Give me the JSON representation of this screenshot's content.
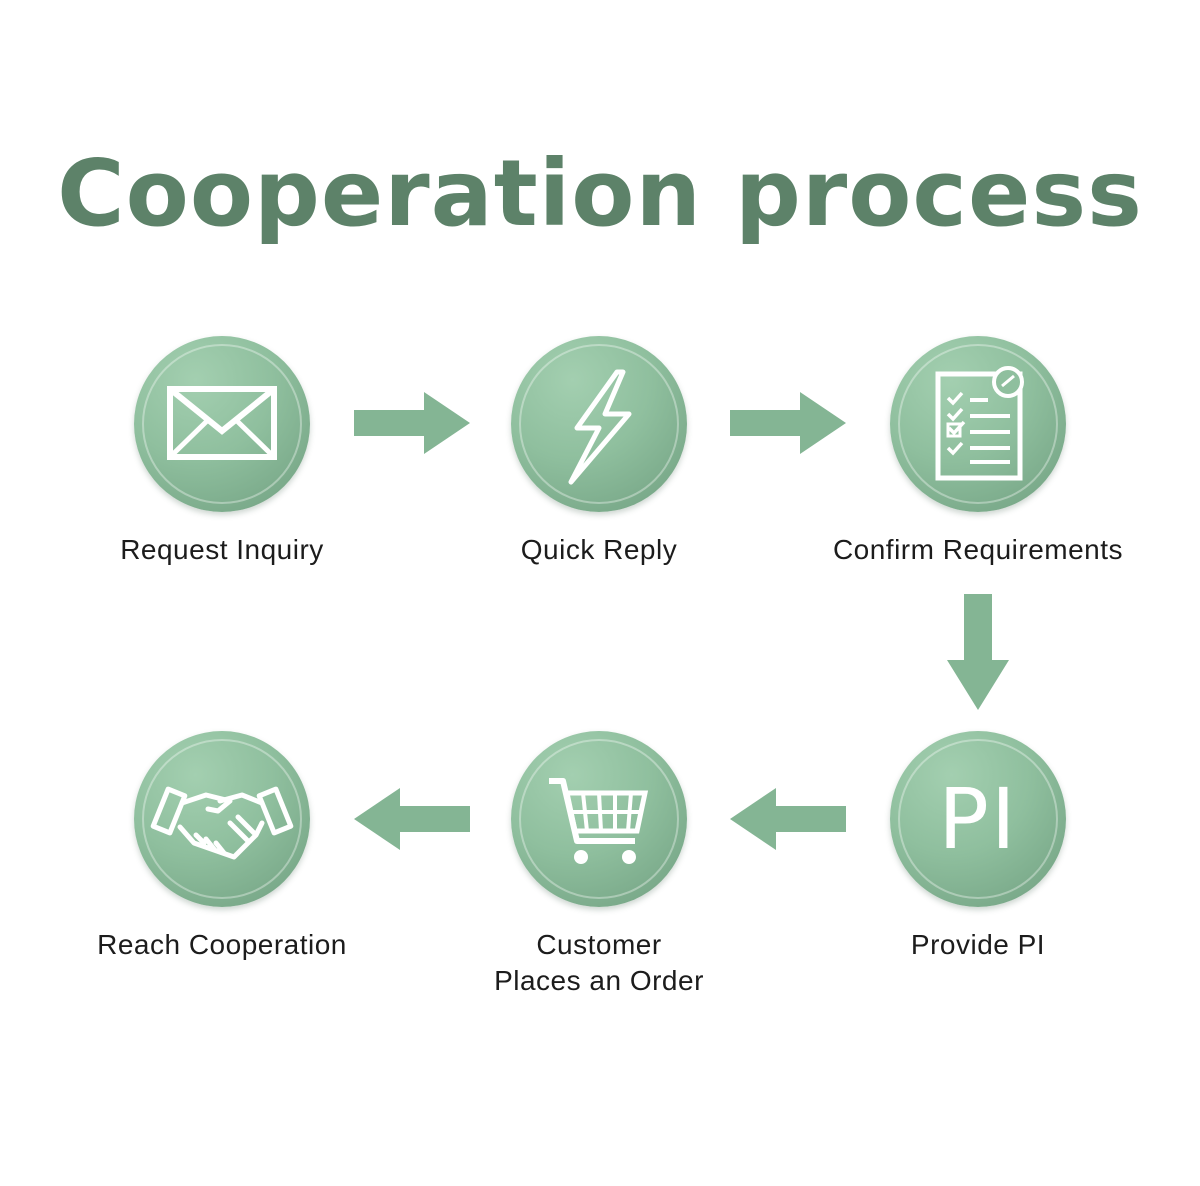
{
  "title": "Cooperation process",
  "colors": {
    "title": "#5d8269",
    "circle_light": "#a3cfb0",
    "circle_dark": "#6f9e7f",
    "arrow": "#84b594",
    "icon": "#ffffff"
  },
  "steps": [
    {
      "label": "Request Inquiry",
      "icon": "envelope-icon"
    },
    {
      "label": "Quick Reply",
      "icon": "lightning-icon"
    },
    {
      "label": "Confirm Requirements",
      "icon": "checklist-icon"
    },
    {
      "label": "Provide PI",
      "icon": "pi-icon",
      "icon_text": "PI"
    },
    {
      "label": "Customer Places an Order",
      "icon": "shopping-cart-icon"
    },
    {
      "label": "Reach Cooperation",
      "icon": "handshake-icon"
    }
  ],
  "flow": [
    "Request Inquiry",
    "Quick Reply",
    "Confirm Requirements",
    "Provide PI",
    "Customer Places an Order",
    "Reach Cooperation"
  ]
}
